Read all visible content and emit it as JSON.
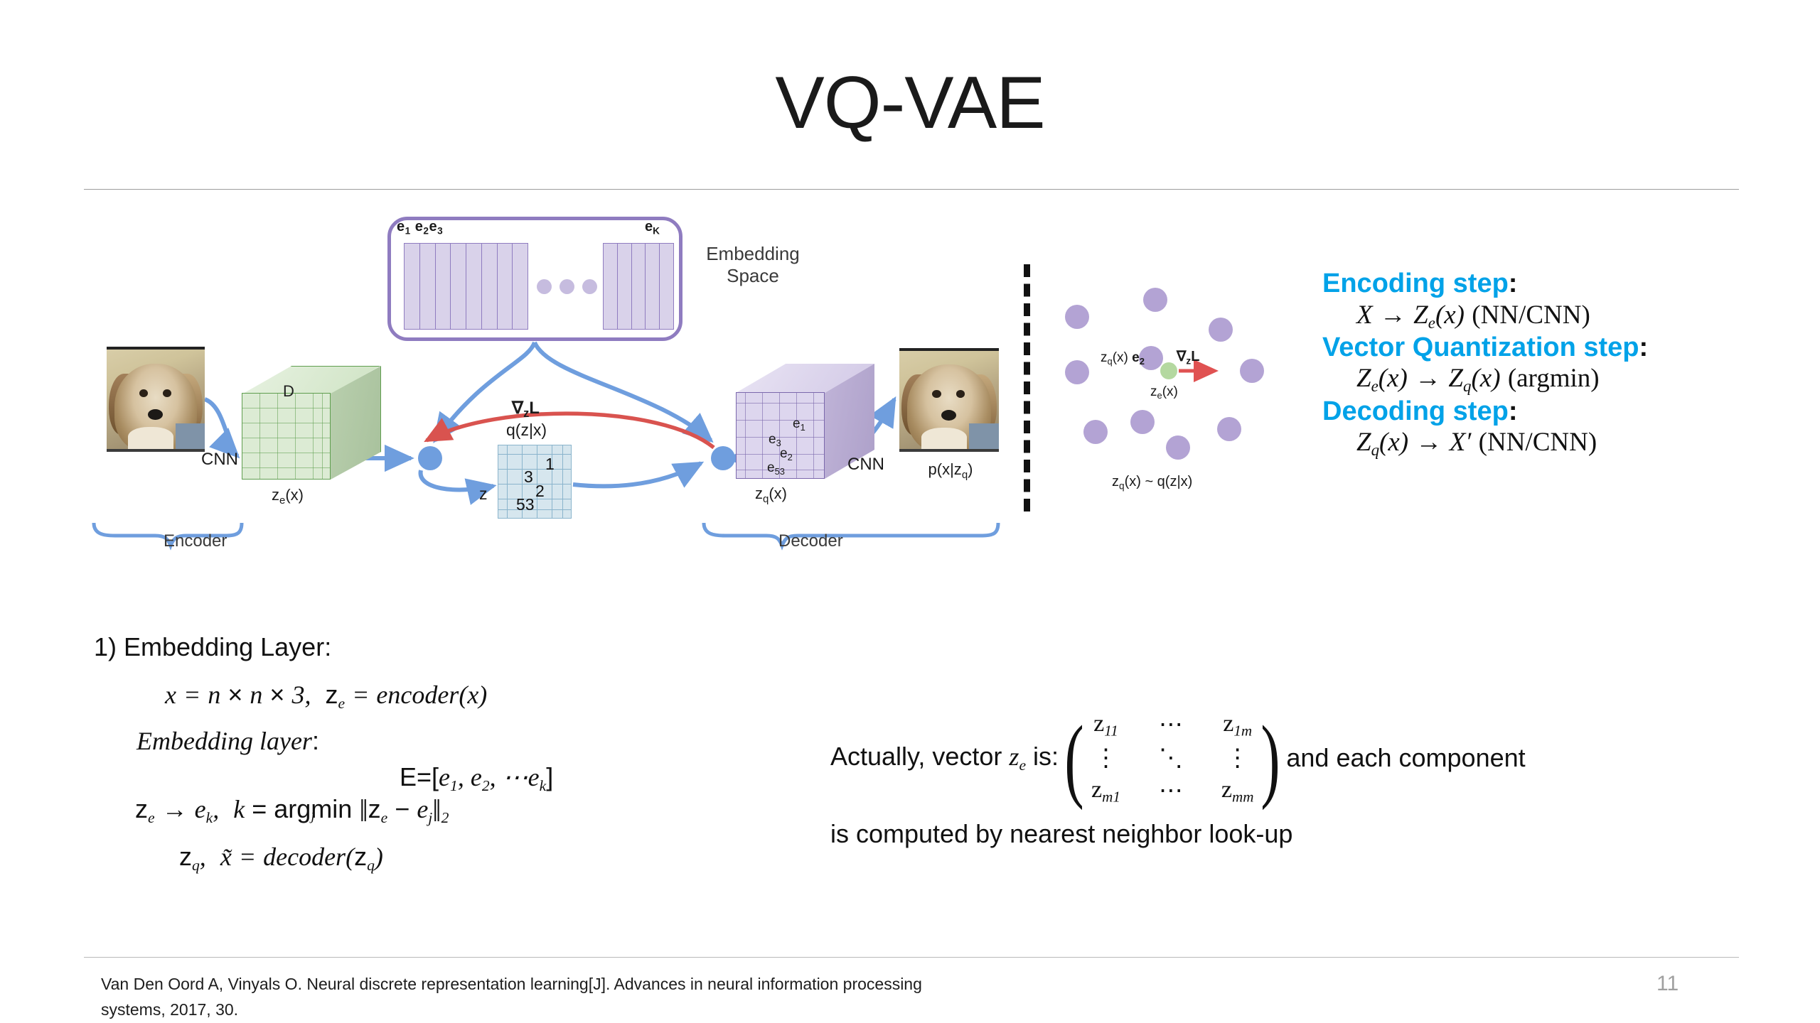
{
  "slide": {
    "title": "VQ-VAE",
    "page_number": "11"
  },
  "diagram": {
    "embedding_space": {
      "label_line1": "Embedding",
      "label_line2": "Space",
      "codes_left": "e₁ e₂e₃",
      "codes_right": "e",
      "codes_right_sub": "K",
      "left_columns": 8,
      "right_columns": 5,
      "dots": 3
    },
    "encoder": {
      "bracket_label": "Encoder",
      "cnn_label": "CNN",
      "depth_label": "D",
      "output_label": "z",
      "output_sub": "e",
      "output_tail": "(x)"
    },
    "quantizer": {
      "grid_label": "q(z|x)",
      "z_label": "z",
      "cells": [
        "1",
        "3",
        "2",
        "53"
      ],
      "gradient_label": "∇",
      "gradient_sub": "z",
      "gradient_tail": "L"
    },
    "decoder": {
      "bracket_label": "Decoder",
      "cnn_label": "CNN",
      "cube_codes": [
        "e₁",
        "e₃",
        "e₂",
        "e₅₃"
      ],
      "output_label": "z",
      "output_sub": "q",
      "output_tail": "(x)",
      "image_label": "p(x|z",
      "image_label_sub": "q",
      "image_label_tail": ")"
    },
    "scatter": {
      "zq_label": "z",
      "zq_sub": "q",
      "zq_tail": "(x) e",
      "zq_tail_sub": "2",
      "ze_label": "z",
      "ze_sub": "e",
      "ze_tail": "(x)",
      "grad_label": "∇",
      "grad_sub": "z",
      "grad_tail": "L",
      "bottom_label": "z",
      "bottom_sub": "q",
      "bottom_tail": "(x) ~ q(z|x)",
      "dot_color": "#b3a3d4",
      "highlight_color": "#b4d8a0",
      "arrow_color": "#e05252"
    },
    "colors": {
      "encoder_cube": "#dcebd4",
      "decoder_cube": "#ddd6ee",
      "embedding_border": "#8f7cc0",
      "arrow_blue": "#6f9ede",
      "arrow_red": "#d9534f",
      "grid_blue": "#d6e6ee"
    }
  },
  "steps": [
    {
      "heading": "Encoding step",
      "heading_colon": ":",
      "formula_lhs": "X",
      "formula_arrow": "→",
      "formula_rhs": "Z",
      "formula_rhs_sub": "e",
      "formula_rhs_tail": "(x)",
      "formula_note": "(NN/CNN)"
    },
    {
      "heading": "Vector Quantization step",
      "heading_colon": ":",
      "formula_lhs": "Z",
      "formula_lhs_sub": "e",
      "formula_lhs_tail": "(x)",
      "formula_arrow": "→",
      "formula_rhs": "Z",
      "formula_rhs_sub": "q",
      "formula_rhs_tail": "(x)",
      "formula_note": "(argmin)"
    },
    {
      "heading": "Decoding step",
      "heading_colon": ":",
      "formula_lhs": "Z",
      "formula_lhs_sub": "q",
      "formula_lhs_tail": "(x)",
      "formula_arrow": "→",
      "formula_rhs": "X′",
      "formula_note": "(NN/CNN)"
    }
  ],
  "step_color": "#00a2e8",
  "formulas": {
    "heading": "1) Embedding Layer:",
    "line1": {
      "x": "x",
      "eq": "=",
      "n1": "n",
      "times1": "×",
      "n2": "n",
      "times2": "×",
      "three": "3,",
      "ze": "z",
      "ze_sub": "e",
      "eq2": "=",
      "encoder": "encoder(x)"
    },
    "line2": {
      "text": "Embedding layer",
      "colon": ":"
    },
    "line3": {
      "text": "E=[e",
      "sub1": "1",
      "mid": ", e",
      "sub2": "2",
      "tail": ", ⋯e",
      "sub3": "k",
      "close": "]"
    },
    "line4": {
      "ze": "z",
      "ze_sub": "e",
      "arrow": "→",
      "ek": "e",
      "ek_sub": "k",
      "comma": ",",
      "k": "k",
      "eq": "=",
      "argmin": "argmin",
      "argmin_sub": "j",
      "norm_open": "‖",
      "ze2": "z",
      "ze2_sub": "e",
      "minus": "−",
      "ej": "e",
      "ej_sub": "j",
      "norm_close": "‖",
      "norm_sub": "2"
    },
    "line5": {
      "zq": "z",
      "zq_sub": "q",
      "comma": ",",
      "xtilde": "x̃",
      "eq": "=",
      "decoder": "decoder(z",
      "decoder_sub": "q",
      "decoder_close": ")"
    }
  },
  "matrix_text": {
    "prefix": "Actually, vector z",
    "prefix_sub": "e",
    "prefix_tail": " is:",
    "suffix": "and each component",
    "line2": "is computed by nearest neighbor look-up",
    "matrix": [
      [
        "z₁₁",
        "⋯",
        "z₁ₘ"
      ],
      [
        "⋮",
        "⋱",
        "⋮"
      ],
      [
        "zₘ₁",
        "⋯",
        "zₘₘ"
      ]
    ],
    "cells": {
      "r1c1_base": "z",
      "r1c1_sub": "11",
      "r1c2": "⋯",
      "r1c3_base": "z",
      "r1c3_sub": "1m",
      "r2c1": "⋮",
      "r2c2": "⋱",
      "r2c3": "⋮",
      "r3c1_base": "z",
      "r3c1_sub": "m1",
      "r3c2": "⋯",
      "r3c3_base": "z",
      "r3c3_sub": "mm"
    }
  },
  "citation": "Van Den Oord A, Vinyals O. Neural discrete representation learning[J]. Advances in neural information processing systems, 2017, 30."
}
